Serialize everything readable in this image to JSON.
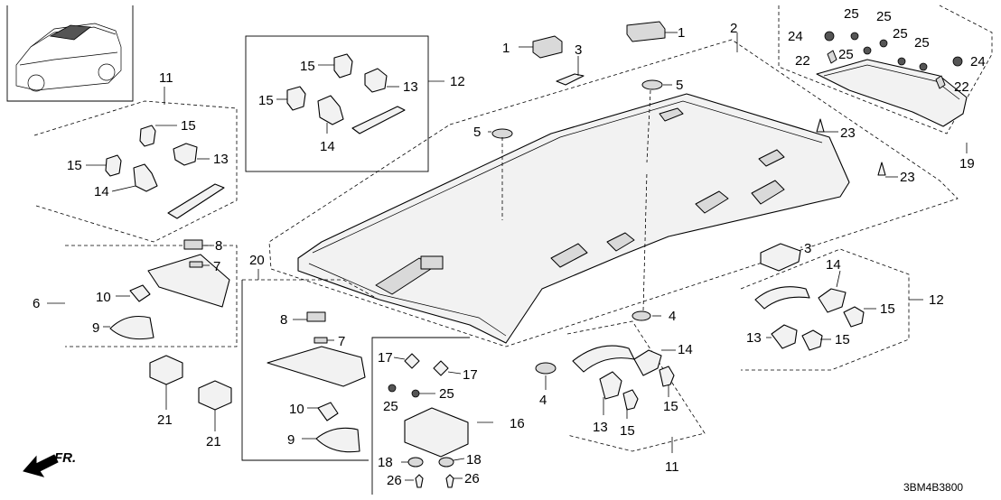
{
  "diagram_code": "3BM4B3800",
  "direction_label": "FR.",
  "callouts": {
    "c1a": "1",
    "c1b": "1",
    "c2": "2",
    "c3a": "3",
    "c3b": "3",
    "c4a": "4",
    "c4b": "4",
    "c5a": "5",
    "c5b": "5",
    "c6": "6",
    "c7a": "7",
    "c7b": "7",
    "c8a": "8",
    "c8b": "8",
    "c9a": "9",
    "c9b": "9",
    "c10a": "10",
    "c10b": "10",
    "c11a": "11",
    "c11b": "11",
    "c12a": "12",
    "c12b": "12",
    "c13a": "13",
    "c13b": "13",
    "c13c": "13",
    "c13d": "13",
    "c13e": "13",
    "c14a": "14",
    "c14b": "14",
    "c14c": "14",
    "c14d": "14",
    "c15a": "15",
    "c15b": "15",
    "c15c": "15",
    "c15d": "15",
    "c15e": "15",
    "c15f": "15",
    "c15g": "15",
    "c15h": "15",
    "c15i": "15",
    "c16": "16",
    "c17a": "17",
    "c17b": "17",
    "c18a": "18",
    "c18b": "18",
    "c19": "19",
    "c20": "20",
    "c21a": "21",
    "c21b": "21",
    "c22a": "22",
    "c22b": "22",
    "c23a": "23",
    "c23b": "23",
    "c24a": "24",
    "c24b": "24",
    "c25a": "25",
    "c25b": "25",
    "c25c": "25",
    "c25d": "25",
    "c25e": "25",
    "c25f": "25",
    "c25g": "25",
    "c26a": "26",
    "c26b": "26"
  }
}
